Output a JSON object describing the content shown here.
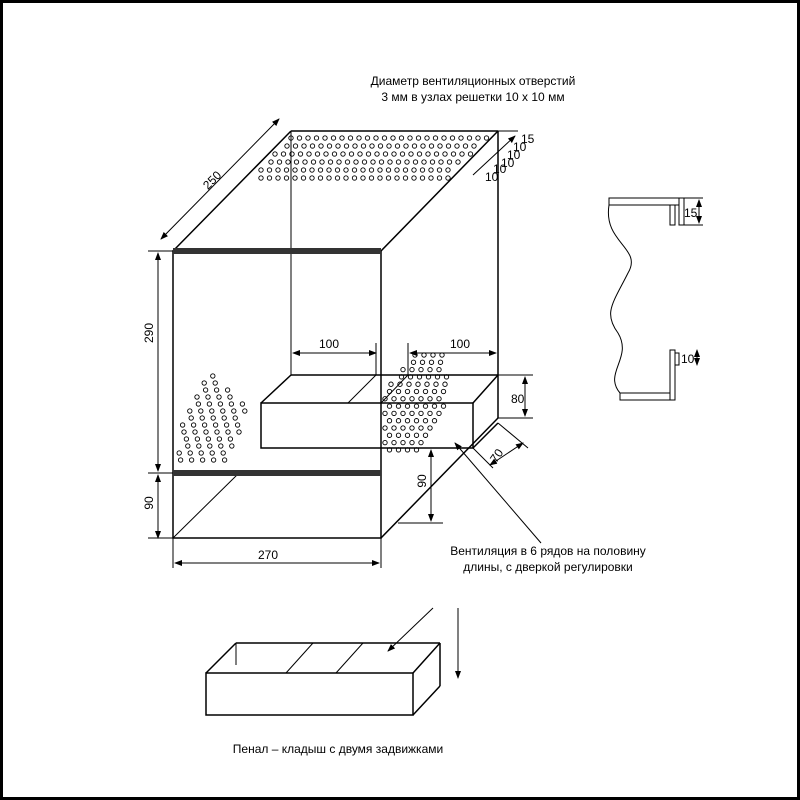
{
  "notes": {
    "vent_diameter_line1": "Диаметр вентиляционных отверстий",
    "vent_diameter_line2": "3 мм в узлах решетки 10 х 10 мм",
    "vent_rows_line1": "Вентиляция в 6 рядов на половину",
    "vent_rows_line2": "длины, с дверкой регулировки",
    "insert_caption": "Пенал – кладыш с двумя задвижками"
  },
  "dimensions": {
    "depth": "250",
    "height": "290",
    "bottom_height": "90",
    "width": "270",
    "drawer_left_section": "100",
    "drawer_right_section": "100",
    "drawer_height": "80",
    "drawer_depth": "70",
    "drawer_offset": "90",
    "vent_spacing_top": "15",
    "vent_spacing_1": "10",
    "vent_spacing_2": "10",
    "vent_spacing_3": "10",
    "vent_spacing_4": "10",
    "vent_spacing_5": "10",
    "rail_top": "15",
    "rail_bottom": "10"
  }
}
